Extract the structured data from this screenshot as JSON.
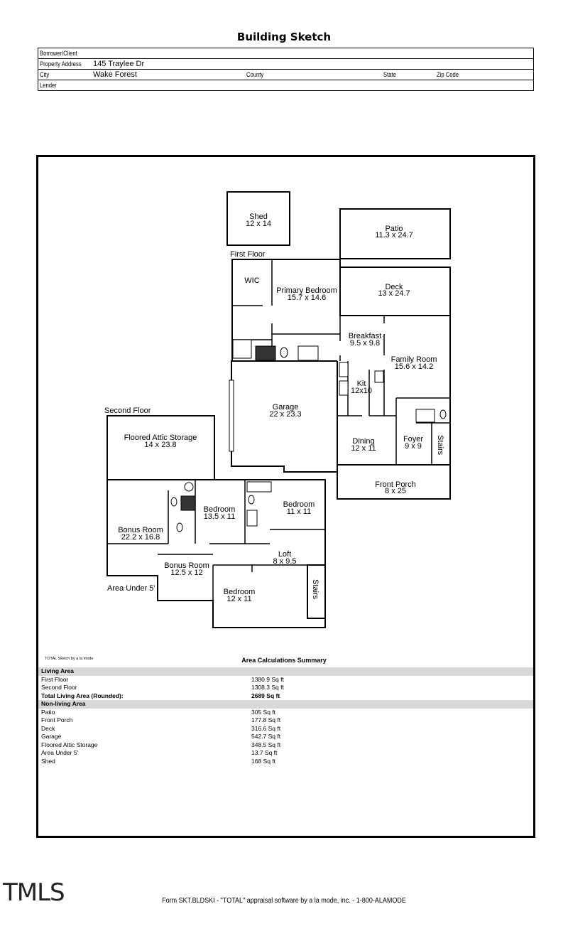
{
  "title": "Building Sketch",
  "header": {
    "borrower_label": "Borrower/Client",
    "borrower_value": "",
    "address_label": "Property Address",
    "address_value": "145 Traylee Dr",
    "city_label": "City",
    "city_value": "Wake Forest",
    "county_label": "County",
    "state_label": "State",
    "zip_label": "Zip Code",
    "lender_label": "Lender"
  },
  "plan": {
    "first_floor_label": "First Floor",
    "second_floor_label": "Second Floor",
    "area_under_label": "Area Under 5'",
    "rooms": {
      "shed": {
        "name": "Shed",
        "dims": "12 x 14"
      },
      "patio": {
        "name": "Patio",
        "dims": "11.3 x 24.7"
      },
      "deck": {
        "name": "Deck",
        "dims": "13 x 24.7"
      },
      "wic": {
        "name": "WIC"
      },
      "primary_bedroom": {
        "name": "Primary Bedroom",
        "dims": "15.7 x 14.6"
      },
      "breakfast": {
        "name": "Breakfast",
        "dims": "9.5 x 9.8"
      },
      "family_room": {
        "name": "Family Room",
        "dims": "15.6 x 14.2"
      },
      "kit": {
        "name": "Kit",
        "dims": "12x10"
      },
      "garage": {
        "name": "Garage",
        "dims": "22 x 23.3"
      },
      "dining": {
        "name": "Dining",
        "dims": "12 x 11"
      },
      "foyer": {
        "name": "Foyer",
        "dims": "9 x 9"
      },
      "stairs1": {
        "name": "Stairs"
      },
      "front_porch": {
        "name": "Front Porch",
        "dims": "8 x 25"
      },
      "attic": {
        "name": "Floored Attic Storage",
        "dims": "14 x 23.8"
      },
      "bonus_room_big": {
        "name": "Bonus Room",
        "dims": "22.2 x 16.8"
      },
      "bedroom_a": {
        "name": "Bedroom",
        "dims": "13.5 x 11"
      },
      "bedroom_b": {
        "name": "Bedroom",
        "dims": "11 x 11"
      },
      "bonus_room_small": {
        "name": "Bonus Room",
        "dims": "12.5 x 12"
      },
      "loft": {
        "name": "Loft",
        "dims": "8 x 9.5"
      },
      "bedroom_c": {
        "name": "Bedroom",
        "dims": "12 x 11"
      },
      "stairs2": {
        "name": "Stairs"
      }
    }
  },
  "summary": {
    "software_note": "TOTAL Sketch by a la mode",
    "title": "Area Calculations Summary",
    "living_header": "Living Area",
    "living_rows": [
      {
        "label": "First Floor",
        "value": "1380.9 Sq ft"
      },
      {
        "label": "Second Floor",
        "value": "1308.3 Sq ft"
      }
    ],
    "total_label": "Total Living Area (Rounded):",
    "total_value": "2689 Sq ft",
    "nonliving_header": "Non-living Area",
    "nonliving_rows": [
      {
        "label": "Patio",
        "value": "305 Sq ft"
      },
      {
        "label": "Front Porch",
        "value": "177.8 Sq ft"
      },
      {
        "label": "Deck",
        "value": "316.6 Sq ft"
      },
      {
        "label": "Garage",
        "value": "542.7 Sq ft"
      },
      {
        "label": "Floored Attic Storage",
        "value": "348.5 Sq ft"
      },
      {
        "label": "Area Under 5'",
        "value": "13.7 Sq ft"
      },
      {
        "label": "Shed",
        "value": "168 Sq ft"
      }
    ]
  },
  "footer": "Form SKT.BLDSKI - \"TOTAL\" appraisal software by a la mode, inc. - 1-800-ALAMODE",
  "watermark": "TMLS"
}
